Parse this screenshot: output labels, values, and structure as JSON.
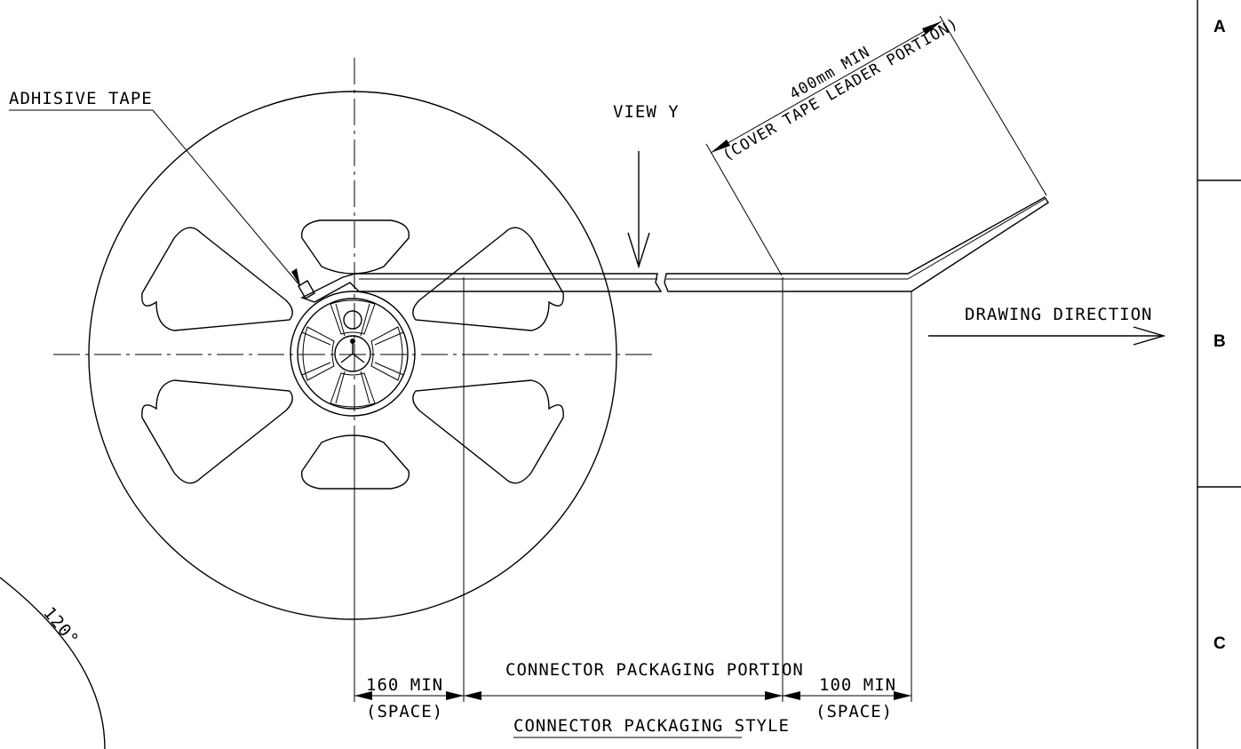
{
  "labels": {
    "adhesive_tape": "ADHISIVE TAPE",
    "view_y": "VIEW Y",
    "leader_length": "400mm MIN",
    "leader_note": "(COVER TAPE LEADER PORTION)",
    "drawing_direction": "DRAWING DIRECTION",
    "min_160": "160 MIN",
    "space_left": "(SPACE)",
    "connector_portion": "CONNECTOR PACKAGING PORTION",
    "min_100": "100 MIN",
    "space_right": "(SPACE)",
    "angle": "120°",
    "caption": "CONNECTOR PACKAGING STYLE"
  },
  "zones": [
    "A",
    "B",
    "C"
  ]
}
